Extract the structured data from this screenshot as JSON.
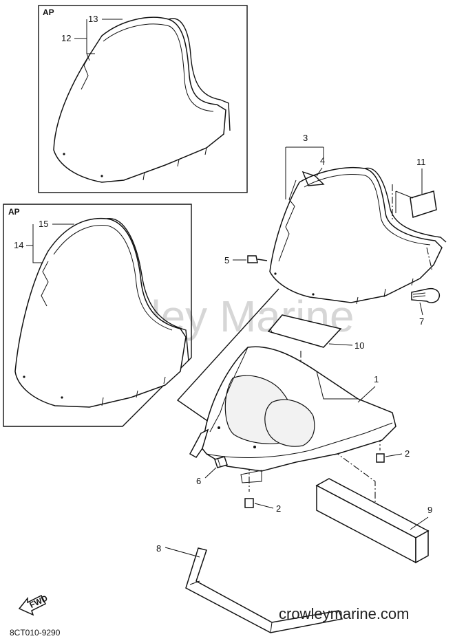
{
  "watermark": "Crowley Marine",
  "site_text": "crowleymarine.com",
  "diagram_code": "8CT010-9290",
  "fwd_label": "FWD",
  "boxes": [
    {
      "label": "AP"
    },
    {
      "label": "AP"
    }
  ],
  "callouts": {
    "c1": "1",
    "c2a": "2",
    "c2b": "2",
    "c3": "3",
    "c4": "4",
    "c5": "5",
    "c6": "6",
    "c7": "7",
    "c8": "8",
    "c9": "9",
    "c10": "10",
    "c11": "11",
    "c12": "12",
    "c13": "13",
    "c14": "14",
    "c15": "15"
  }
}
